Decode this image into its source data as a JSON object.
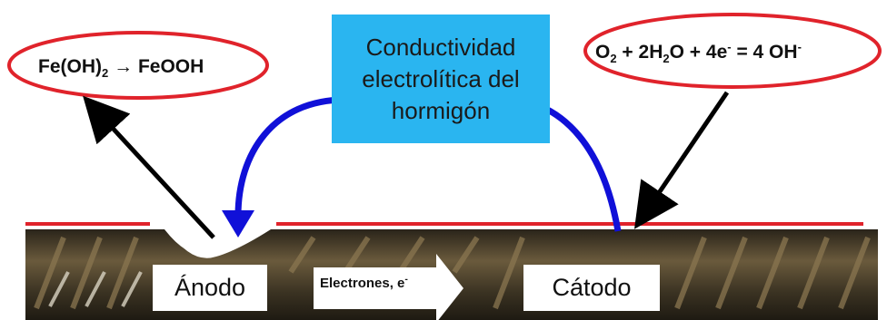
{
  "diagram": {
    "anode_reaction": {
      "lhs": "Fe(OH)",
      "lhs_sub": "2",
      "arrow": "→",
      "rhs": "FeOOH"
    },
    "cathode_reaction": {
      "o2": "O",
      "o2_sub": "2",
      "plus_water": " + 2H",
      "water_sub": "2",
      "water_o": "O + 4e",
      "electron_sup": "-",
      "equals": " = 4 OH",
      "hydroxide_sup": "-"
    },
    "center_box": {
      "line1": "Conductividad",
      "line2": "electrolítica del",
      "line3": "hormigón"
    },
    "anode_label": "Ánodo",
    "cathode_label": "Cátodo",
    "electron_label": "Electrones, e",
    "electron_sup": "-",
    "colors": {
      "ellipse_outline": "#e0232b",
      "center_box_fill": "#2ab5f0",
      "curved_arrow": "#1010d8",
      "red_layer": "#e0232b",
      "rebar": "#4a3f2a",
      "black_arrows": "#000000"
    }
  }
}
